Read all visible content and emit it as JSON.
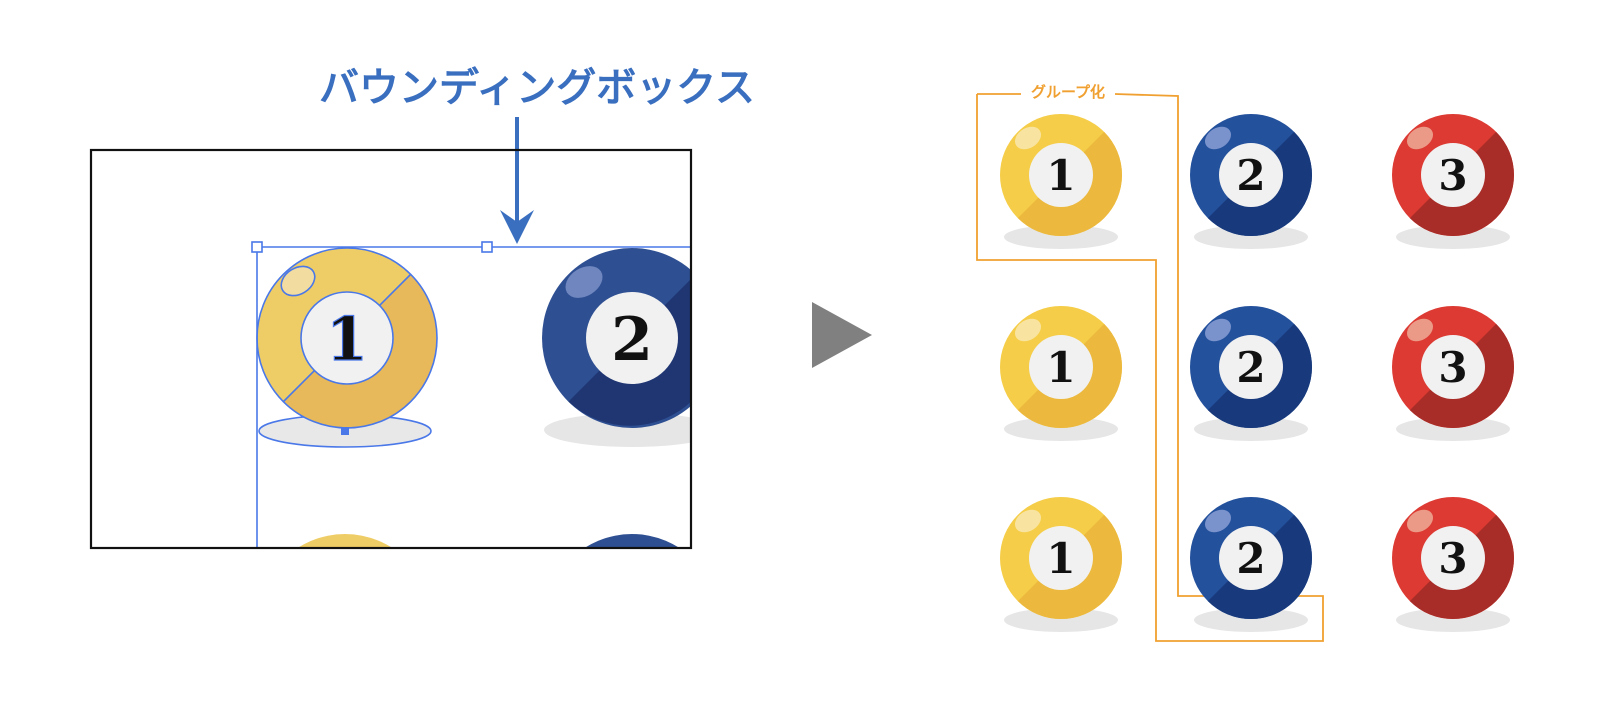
{
  "annotation": {
    "bounding_box_label": "バウンディングボックス",
    "group_label": "グループ化"
  },
  "colors": {
    "accent_blue": "#3a6fc0",
    "handle_blue": "#4a78e8",
    "group_orange": "#f0a030",
    "arrow_gray": "#808080",
    "frame_black": "#111111",
    "shadow": "#e6e6e6"
  },
  "balls": {
    "yellow": {
      "number": "1",
      "light": "#f5cd48",
      "dark": "#ecb93e",
      "highlight": "#f8e4a0"
    },
    "blue": {
      "number": "2",
      "light": "#24519c",
      "dark": "#183a7c",
      "highlight": "#7a93cc"
    },
    "red": {
      "number": "3",
      "light": "#dc3a32",
      "dark": "#a82c27",
      "highlight": "#ec9a88"
    }
  },
  "grid": {
    "columns": [
      "yellow",
      "blue",
      "red"
    ],
    "rows": 3
  },
  "closeup": {
    "selected_ball": "yellow",
    "selected_fill_light": "#efcd66",
    "selected_fill_dark": "#e7b95a",
    "neighbor_ball": "blue",
    "neighbor_light": "#2e4f92",
    "neighbor_dark": "#1f3673"
  },
  "icons": {
    "down_arrow": "arrow-down-icon",
    "next_arrow": "play-triangle-icon"
  }
}
